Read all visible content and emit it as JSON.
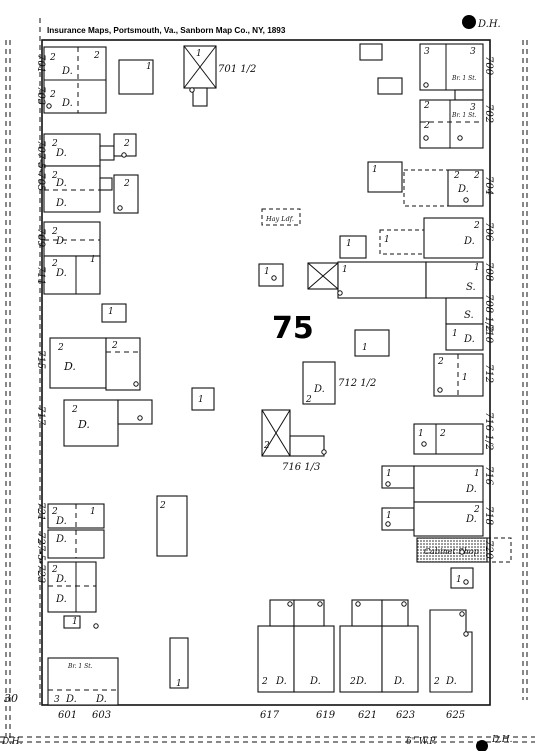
{
  "header": {
    "title": "Insurance Maps, Portsmouth, Va., Sanborn Map Co., NY, 1893"
  },
  "block": {
    "number": "75"
  },
  "markers": {
    "top_right": "D.H.",
    "bottom_left": "D.H.",
    "bottom_right": "D.H.",
    "bottom_main": "6\" W.P."
  },
  "left_edge": {
    "code": "30"
  },
  "addresses_right": [
    "700",
    "702",
    "704",
    "706",
    "708",
    "708 1/2",
    "710",
    "712",
    "716 1/2",
    "716",
    "718",
    "720"
  ],
  "addresses_left": [
    "701",
    "703",
    "707-5-705",
    "709",
    "711",
    "715",
    "717",
    "721",
    "727-5-723"
  ],
  "addresses_bottom": [
    "601",
    "603",
    "617",
    "619",
    "621",
    "623",
    "625"
  ],
  "addresses_interior": [
    "701 1/2",
    "712 1/2",
    "716 1/3"
  ],
  "building_labels": {
    "dwelling": "D.",
    "brick": "Br. 1 St.",
    "hay_loft": "Hay Ldf.",
    "store": "S.",
    "cabinet_shop": "Cabinet Shop"
  },
  "colors": {
    "ink": "#111111",
    "paper": "#ffffff",
    "hatch": "#666666"
  }
}
